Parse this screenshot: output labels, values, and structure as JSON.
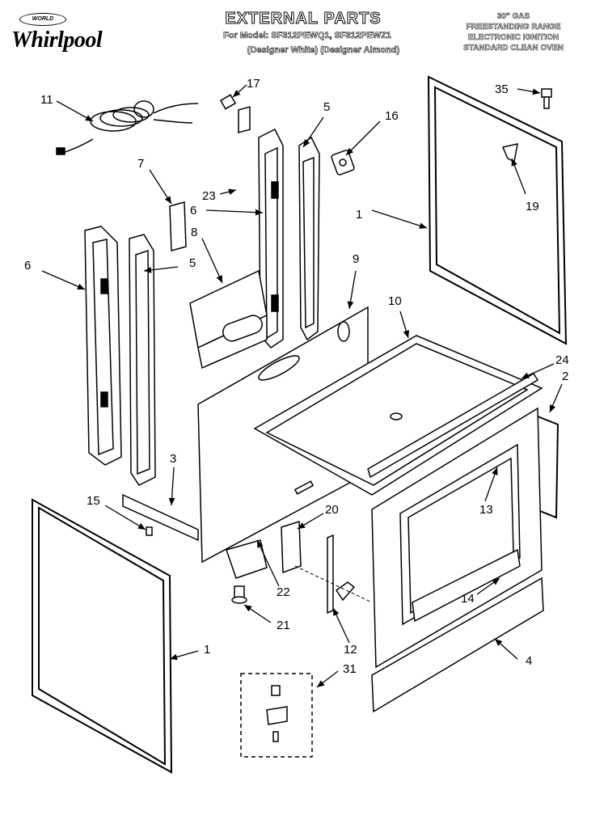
{
  "brand": {
    "badge": "WORLD",
    "name": "Whirlpool"
  },
  "header": {
    "title": "EXTERNAL PARTS",
    "model_line": "For Model: SF312PEWQ1, SF312PEWZ1",
    "variant_line": "(Designer White) (Designer Almond)"
  },
  "spec": {
    "line1": "30\" GAS",
    "line2": "FREESTANDING RANGE",
    "line3": "ELECTRONIC IGNITION",
    "line4": "STANDARD CLEAN OVEN"
  },
  "parts": {
    "p11": "11",
    "p17": "17",
    "p5a": "5",
    "p16": "16",
    "p35": "35",
    "p7": "7",
    "p23": "23",
    "p6a": "6",
    "p8": "8",
    "p6b": "6",
    "p5b": "5",
    "p19": "19",
    "p1a": "1",
    "p9": "9",
    "p10": "10",
    "p24": "24",
    "p2": "2",
    "p3": "3",
    "p15": "15",
    "p13": "13",
    "p20": "20",
    "p22": "22",
    "p14": "14",
    "p21": "21",
    "p1b": "1",
    "p4": "4",
    "p12": "12",
    "p31": "31"
  }
}
